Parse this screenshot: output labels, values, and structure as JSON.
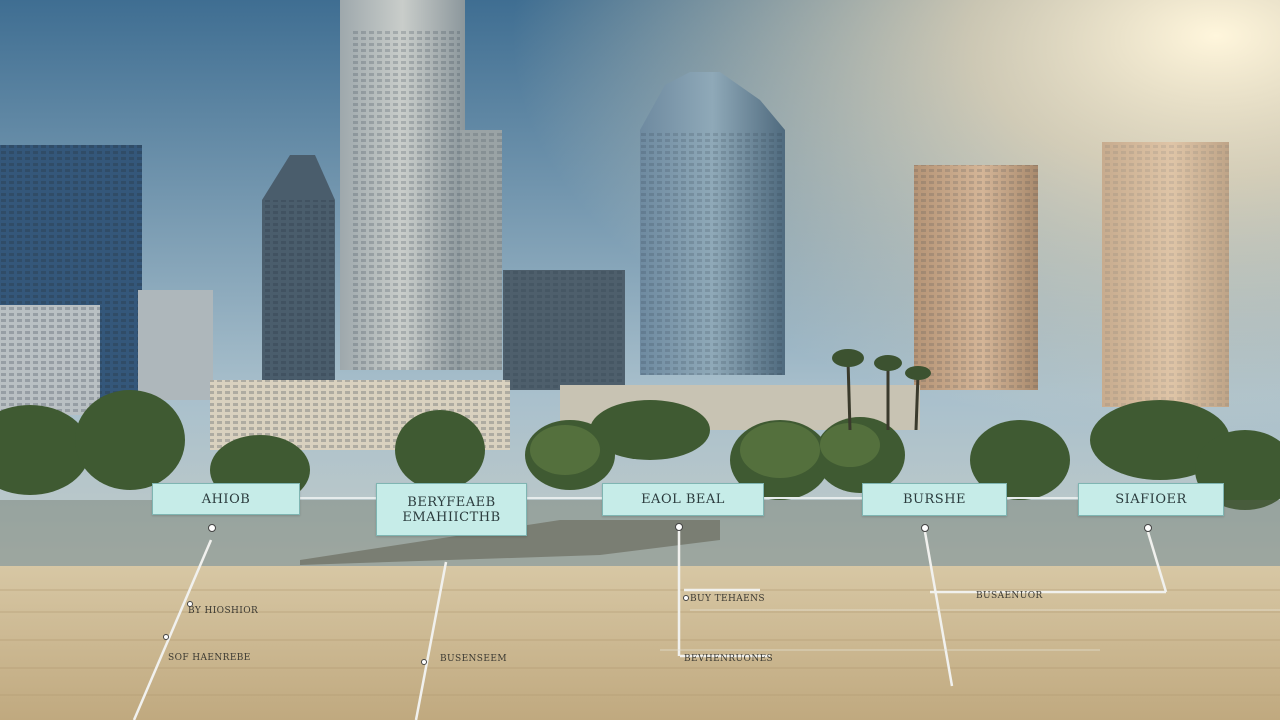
{
  "scene": {
    "description_tags": [
      "city-skyline",
      "palm-trees",
      "timeline-overlay",
      "wooden-surface"
    ],
    "colors": {
      "sky_top": "#3f6e92",
      "sky_haze": "#c7d3d3",
      "sun_glow": "#fff3d0",
      "label_fill": "#c6ece8",
      "surface": "#c9b38a"
    }
  },
  "timeline": {
    "boxes": [
      {
        "line1": "AHIOB",
        "line2": ""
      },
      {
        "line1": "BERYFEAEB",
        "line2": "EMAHIICTHB"
      },
      {
        "line1": "EAOL BEAL",
        "line2": ""
      },
      {
        "line1": "BURSHE",
        "line2": ""
      },
      {
        "line1": "SIAFIOER",
        "line2": ""
      }
    ],
    "notes": [
      "BY HIOSHIOR",
      "SOF HAENREBE",
      "BUY TEHAENS",
      "BUSAENUOR",
      "BEVHENRUONES",
      "BUSENSEEM"
    ]
  }
}
